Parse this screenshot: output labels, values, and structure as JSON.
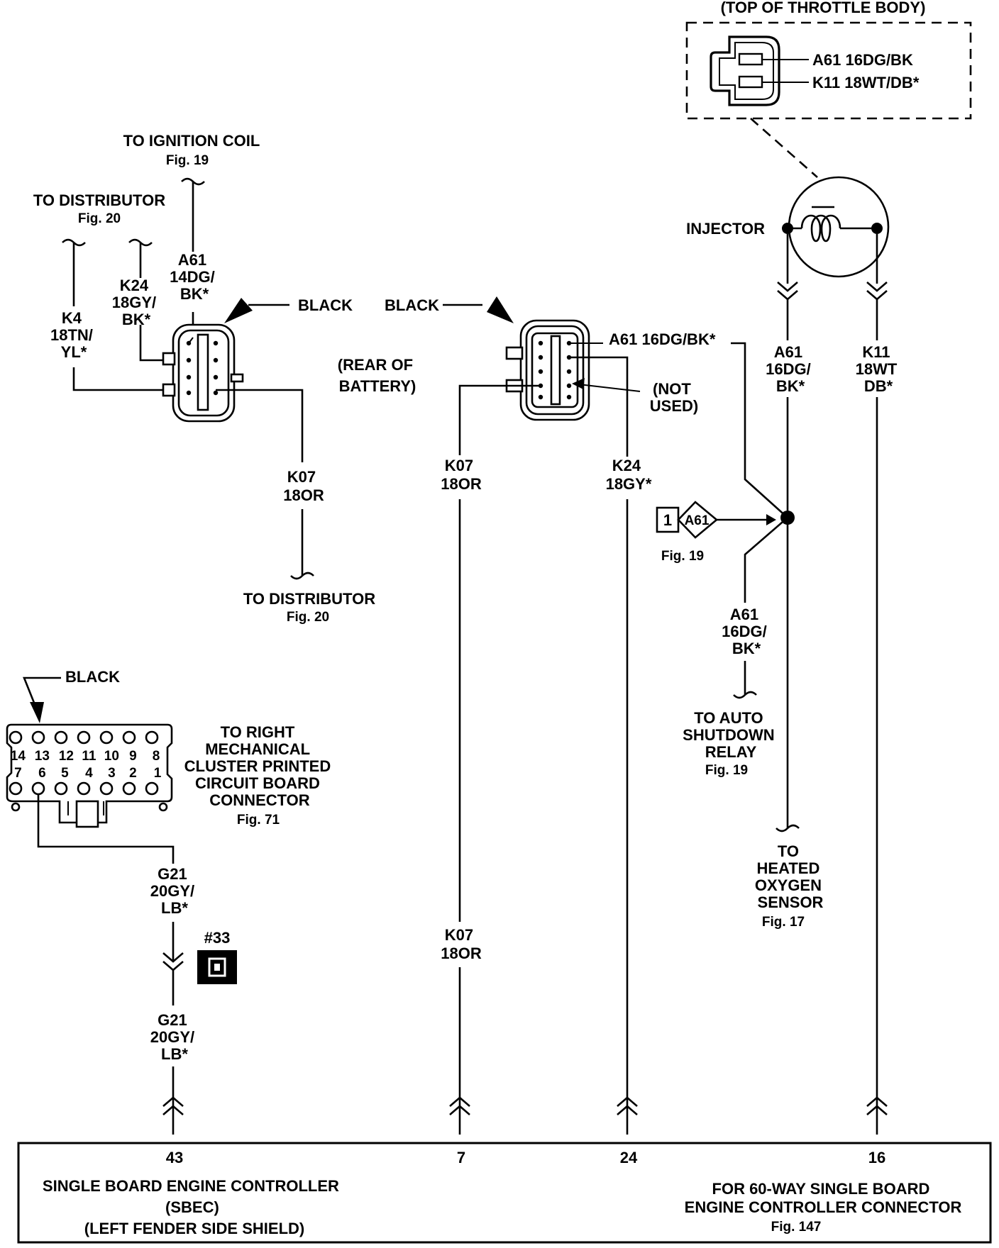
{
  "top_throttle_body": {
    "title": "(TOP OF THROTTLE BODY)",
    "pin_a": "A61 16DG/BK",
    "pin_b": "K11 18WT/DB*"
  },
  "injector": {
    "label": "INJECTOR"
  },
  "ignition_coil": {
    "title": "TO IGNITION COIL",
    "fig": "Fig. 19"
  },
  "distributor_top": {
    "title": "TO DISTRIBUTOR",
    "fig": "Fig. 20"
  },
  "left_connector": {
    "color_label": "BLACK",
    "k4": [
      "K4",
      "18TN/",
      "YL*"
    ],
    "k24": [
      "K24",
      "18GY/",
      "BK*"
    ],
    "a61": [
      "A61",
      "14DG/",
      "BK*"
    ],
    "k07": [
      "K07",
      "18OR"
    ]
  },
  "distributor_bottom": {
    "title": "TO DISTRIBUTOR",
    "fig": "Fig. 20"
  },
  "mid_connector": {
    "color_label": "BLACK",
    "location": [
      "(REAR OF",
      "BATTERY)"
    ],
    "a61": "A61 16DG/BK*",
    "not_used": [
      "(NOT",
      "USED)"
    ],
    "k07": [
      "K07",
      "18OR"
    ],
    "k24": [
      "K24",
      "18GY*"
    ]
  },
  "injector_wires": {
    "a61": [
      "A61",
      "16DG/",
      "BK*"
    ],
    "k11": [
      "K11",
      "18WT",
      "DB*"
    ]
  },
  "splice": {
    "num": "1",
    "circuit": "A61",
    "fig": "Fig. 19"
  },
  "a61_lower": [
    "A61",
    "16DG/",
    "BK*"
  ],
  "auto_shutdown": {
    "lines": [
      "TO AUTO",
      "SHUTDOWN",
      "RELAY"
    ],
    "fig": "Fig. 19"
  },
  "oxygen": {
    "lines": [
      "TO",
      "HEATED",
      "OXYGEN",
      "SENSOR"
    ],
    "fig": "Fig. 17"
  },
  "cluster_connector": {
    "color_label": "BLACK",
    "top_pins": [
      "14",
      "13",
      "12",
      "11",
      "10",
      "9",
      "8"
    ],
    "bottom_pins": [
      "7",
      "6",
      "5",
      "4",
      "3",
      "2",
      "1"
    ],
    "title": [
      "TO RIGHT",
      "MECHANICAL",
      "CLUSTER PRINTED",
      "CIRCUIT BOARD",
      "CONNECTOR"
    ],
    "fig": "Fig. 71"
  },
  "g21_upper": [
    "G21",
    "20GY/",
    "LB*"
  ],
  "g21_lower": [
    "G21",
    "20GY/",
    "LB*"
  ],
  "ground_ref": "#33",
  "k07_lower": [
    "K07",
    "18OR"
  ],
  "sbec": {
    "pins": [
      "43",
      "7",
      "24",
      "16"
    ],
    "name": [
      "SINGLE  BOARD  ENGINE  CONTROLLER",
      "(SBEC)",
      "(LEFT FENDER SIDE SHIELD)"
    ],
    "note": [
      "FOR 60-WAY SINGLE BOARD",
      "ENGINE CONTROLLER CONNECTOR"
    ],
    "fig": "Fig. 147"
  }
}
